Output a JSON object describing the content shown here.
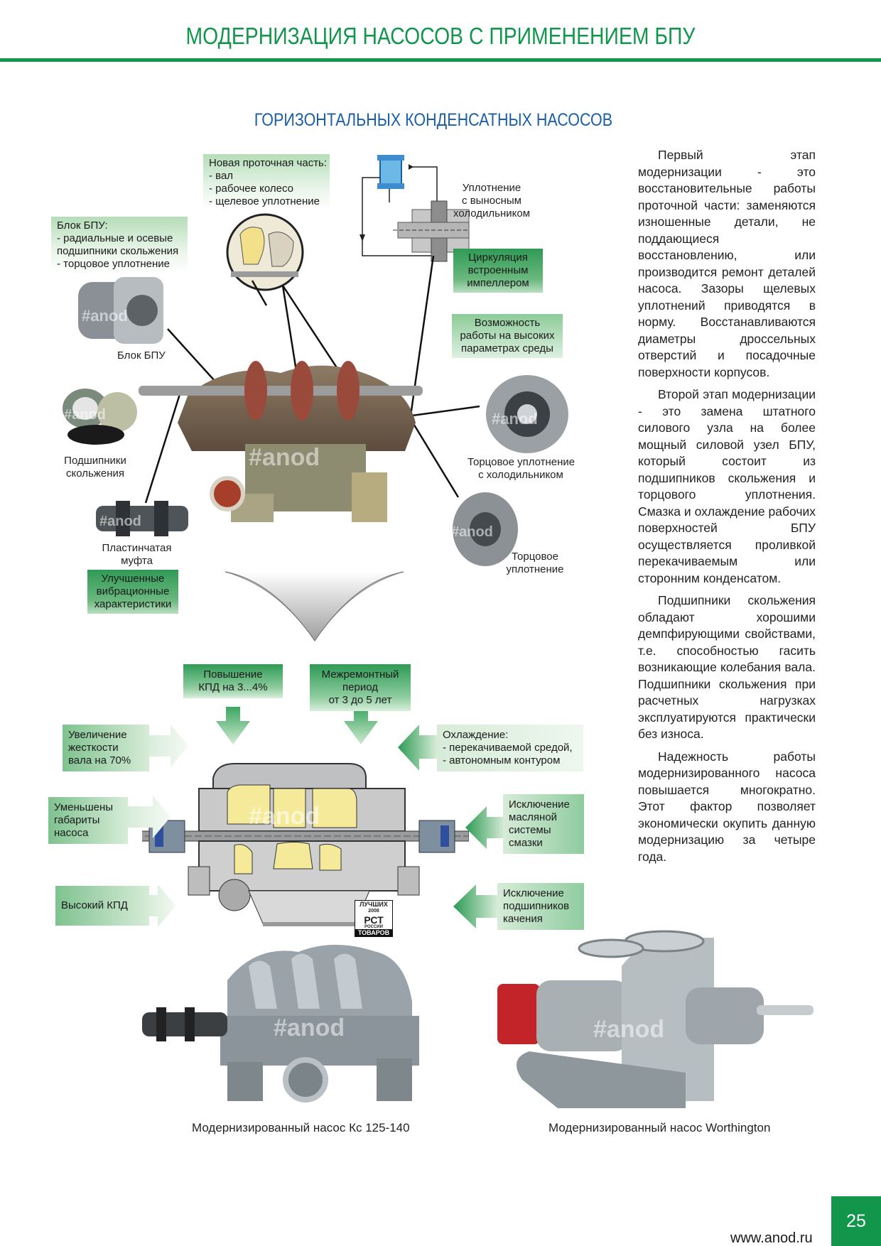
{
  "header": {
    "title": "МОДЕРНИЗАЦИЯ НАСОСОВ С ПРИМЕНЕНИЕМ БПУ"
  },
  "section": {
    "subtitle": "ГОРИЗОНТАЛЬНЫХ КОНДЕНСАТНЫХ НАСОСОВ"
  },
  "diagram_top": {
    "bpu_block": {
      "title": "Блок БПУ:",
      "items": [
        "- радиальные и осевые",
        "подшипники скольжения",
        "- торцовое уплотнение"
      ]
    },
    "flow_part": {
      "title": "Новая проточная часть:",
      "items": [
        "- вал",
        "- рабочее колесо",
        "- щелевое уплотнение"
      ]
    },
    "seal_cooler": [
      "Уплотнение",
      "с выносным",
      "холодильником"
    ],
    "circulation": [
      "Циркуляция",
      "встроенным",
      "импеллером"
    ],
    "high_params": [
      "Возможность",
      "работы на высоких",
      "параметрах среды"
    ],
    "bpu_label": "Блок БПУ",
    "bearings_label": [
      "Подшипники",
      "скольжения"
    ],
    "coupling_label": [
      "Пластинчатая",
      "муфта"
    ],
    "vibration": [
      "Улучшенные",
      "вибрационные",
      "характеристики"
    ],
    "mech_seal_cooler_label": [
      "Торцовое уплотнение",
      "с холодильником"
    ],
    "mech_seal_label": [
      "Торцовое",
      "уплотнение"
    ],
    "watermark": "#anod"
  },
  "diagram_bottom": {
    "efficiency_up": [
      "Повышение",
      "КПД на 3...4%"
    ],
    "overhaul": [
      "Межремонтный",
      "период",
      "от 3 до 5 лет"
    ],
    "stiffness": [
      "Увеличение",
      "жесткости",
      "вала на 70%"
    ],
    "cooling": [
      "Охлаждение:",
      "- перекачиваемой средой,",
      "- автономным контуром"
    ],
    "dimensions": [
      "Уменьшены",
      "габариты",
      "насоса"
    ],
    "no_oil": [
      "Исключение",
      "масляной",
      "системы",
      "смазки"
    ],
    "high_eff": [
      "Высокий КПД"
    ],
    "no_roller": [
      "Исключение",
      "подшипников",
      "качения"
    ],
    "award": {
      "top": "ЛУЧШИХ",
      "mid": "РСТ",
      "year": "2008",
      "country": "РОССИИ",
      "bottom": "ТОВАРОВ"
    }
  },
  "captions": {
    "left": "Модернизированный насос Кс 125-140",
    "right": "Модернизированный насос Worthington"
  },
  "body_text": [
    "Первый этап модернизации - это восстановительные работы проточной части: заменяются изношенные детали, не поддающиеся восстановлению, или производится ремонт деталей насоса. Зазоры щелевых уплотнений приводятся в норму. Восстанавливаются диаметры дроссельных отверстий и посадочные поверхности корпусов.",
    "Второй этап модернизации - это замена штатного силового узла на более мощный силовой узел БПУ, который состоит из подшипников скольжения и торцового уплотнения. Смазка и охлаждение рабочих поверхностей БПУ осуществляется проливкой перекачиваемым или сторонним конденсатом.",
    "Подшипники скольжения обладают хорошими демпфирующими свойствами, т.е. способностью гасить возникающие колебания вала. Подшипники скольжения при расчетных нагрузках эксплуатируются практически без износа.",
    "Надежность работы модернизированного насоса повышается многократно. Этот фактор позволяет экономически окупить данную модернизацию за четыре года."
  ],
  "footer": {
    "url": "www.anod.ru",
    "page": "25"
  }
}
